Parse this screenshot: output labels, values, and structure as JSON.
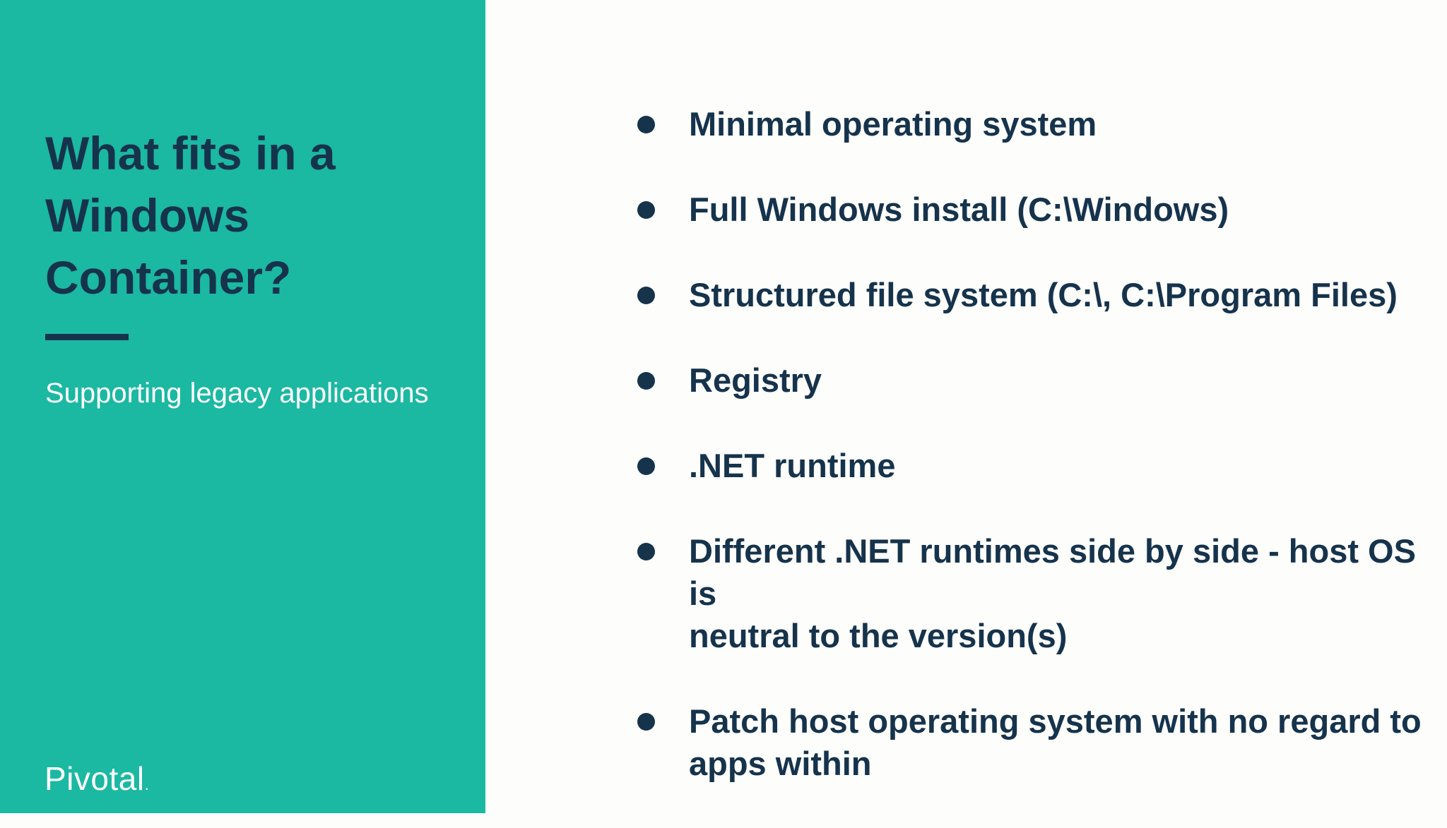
{
  "colors": {
    "panel_teal": "#1BB8A2",
    "text_navy": "#16334C",
    "background": "#FDFDFC",
    "subtitle_white": "#FFFFFF"
  },
  "panel": {
    "title": "What fits in a\nWindows\nContainer?",
    "subtitle": "Supporting legacy applications",
    "logo_text": "Pivotal",
    "logo_mark": "."
  },
  "bullets": [
    "Minimal operating system",
    "Full Windows install (C:\\Windows)",
    "Structured file system (C:\\, C:\\Program Files)",
    "Registry",
    ".NET runtime",
    "Different .NET runtimes side by side - host OS is\nneutral to the version(s)",
    "Patch host operating system with no regard to\napps within"
  ]
}
